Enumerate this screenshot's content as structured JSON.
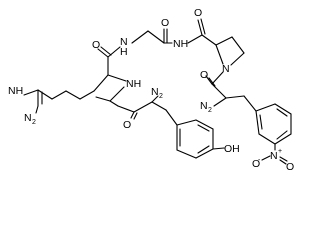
{
  "labels": {
    "guanidine_imine": "NH",
    "guanidine_amine_n": "N",
    "guanidine_amine_h2": "2",
    "arg_amide_o": "O",
    "gly_n": "N",
    "gly_h": "H",
    "gly_amide_o": "O",
    "pro_amide_o": "O",
    "pro_nh": "NH",
    "pro_ring_n": "N",
    "phe_amide_o": "O",
    "arg_nh": "NH",
    "tyr_nh2_n": "N",
    "tyr_nh2_sub": "2",
    "tyr_amide_o": "O",
    "phe_nh2_n": "N",
    "phe_nh2_sub": "2",
    "tyr_oh": "OH",
    "nitro_n": "N",
    "nitro_plus": "+",
    "nitro_o_top": "O",
    "nitro_o_bottom": "O",
    "nitro_minus": "-"
  }
}
